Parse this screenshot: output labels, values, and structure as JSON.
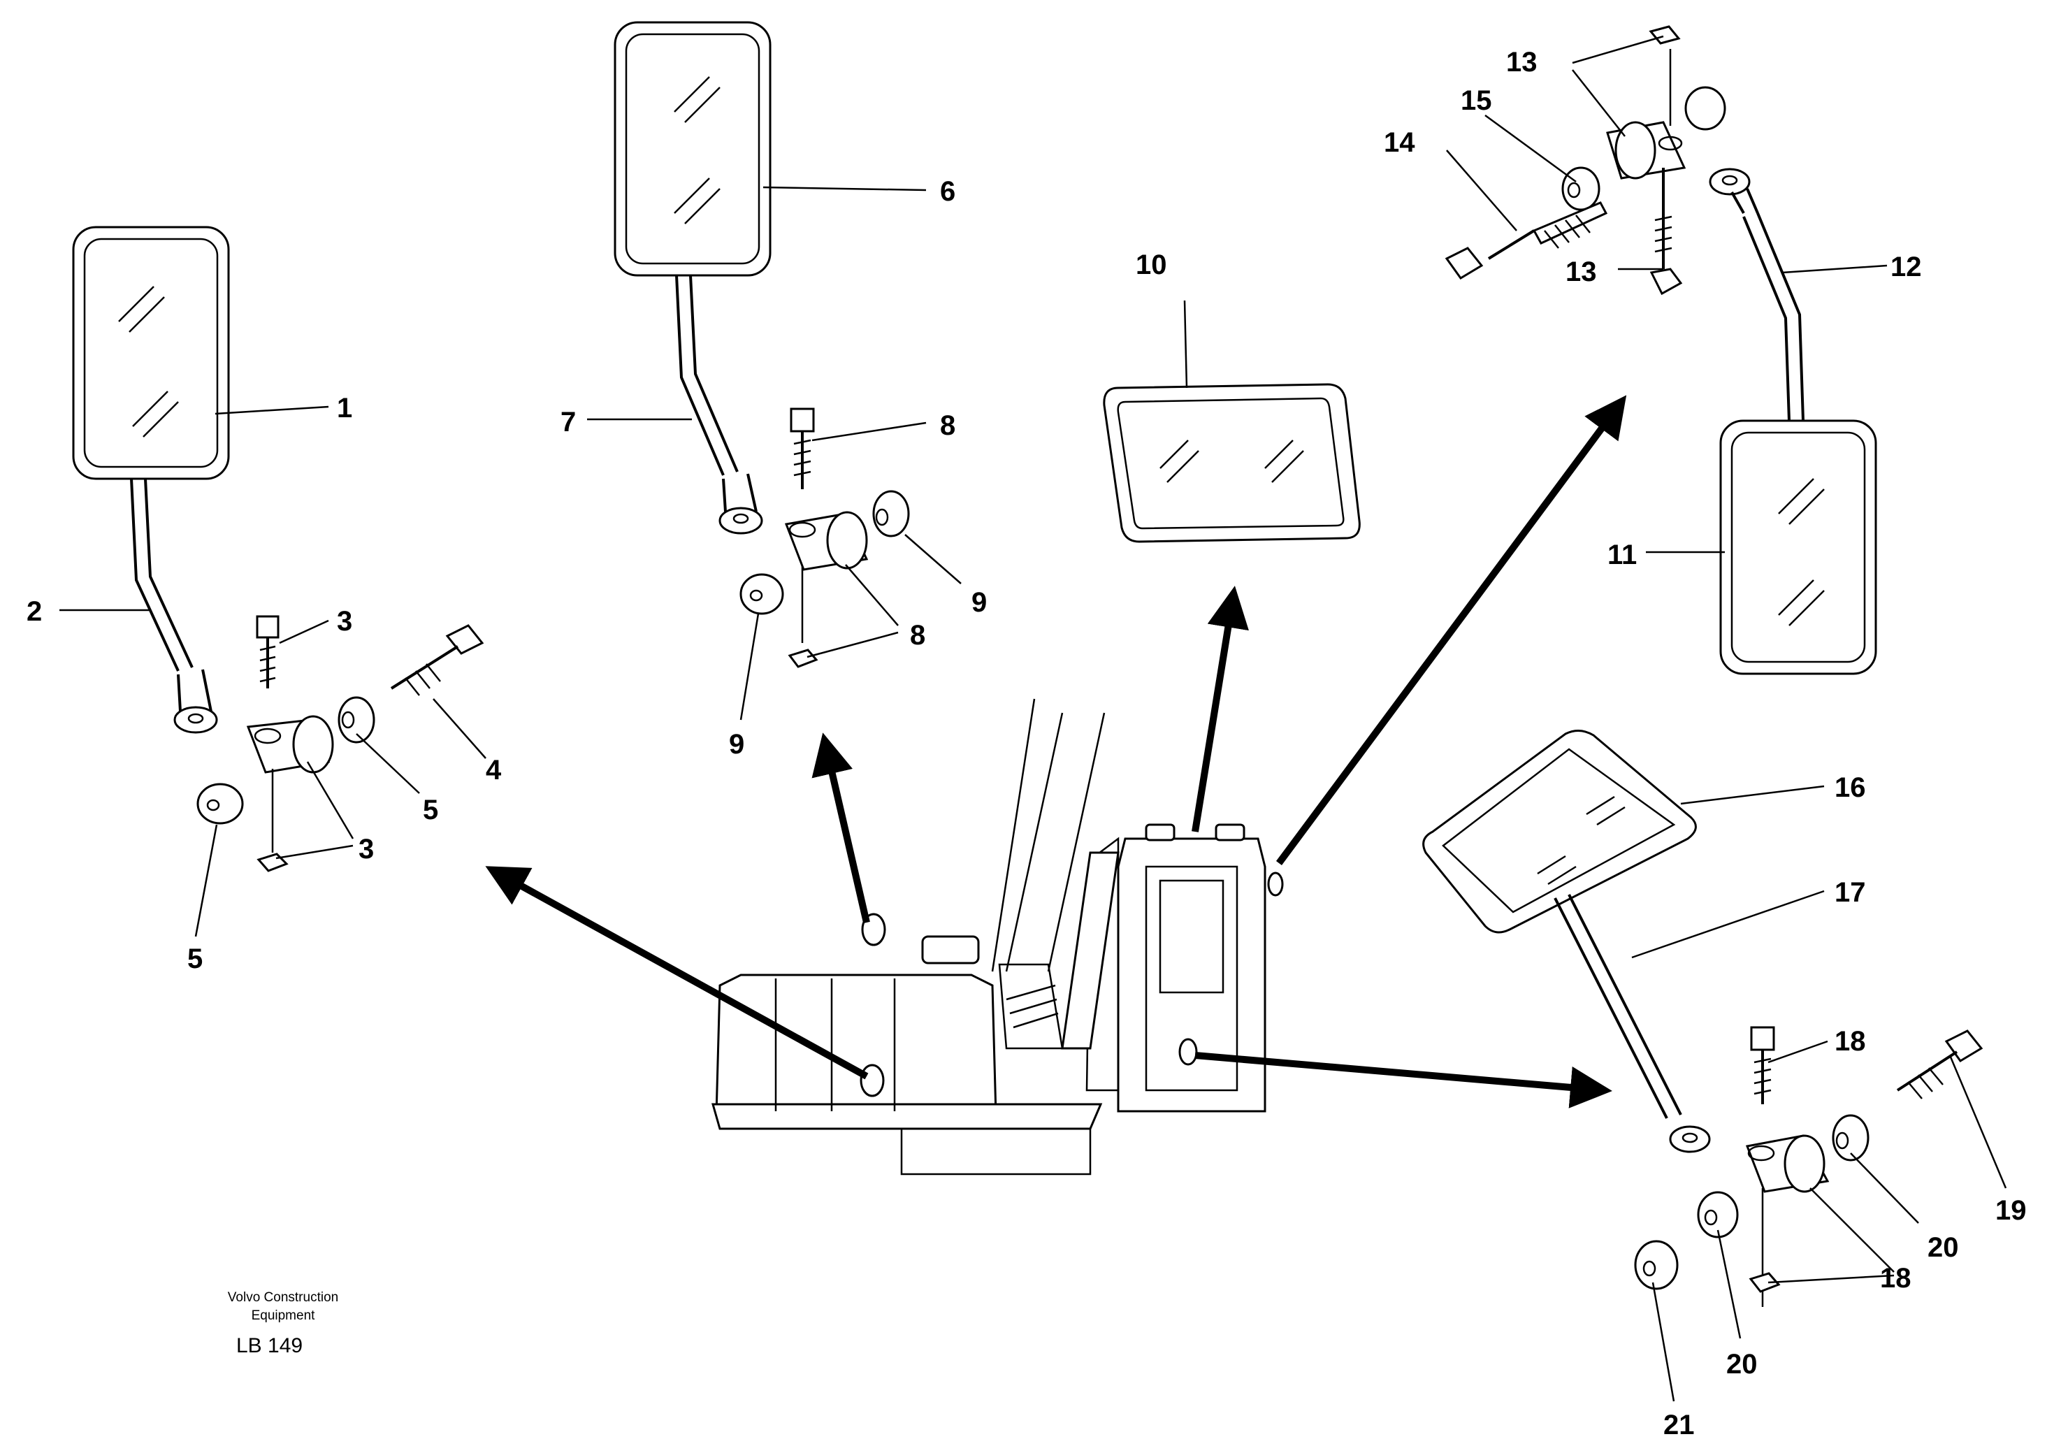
{
  "labels": {
    "l1": "1",
    "l2": "2",
    "l3a": "3",
    "l3b": "3",
    "l4": "4",
    "l5a": "5",
    "l5b": "5",
    "l6": "6",
    "l7": "7",
    "l8a": "8",
    "l8b": "8",
    "l9a": "9",
    "l9b": "9",
    "l10": "10",
    "l11": "11",
    "l12": "12",
    "l13a": "13",
    "l13b": "13",
    "l14": "14",
    "l15": "15",
    "l16": "16",
    "l17": "17",
    "l18a": "18",
    "l18b": "18",
    "l19": "19",
    "l20a": "20",
    "l20b": "20",
    "l21": "21"
  },
  "caption": {
    "line1": "Volvo Construction",
    "line2": "Equipment",
    "code": "LB 149"
  }
}
